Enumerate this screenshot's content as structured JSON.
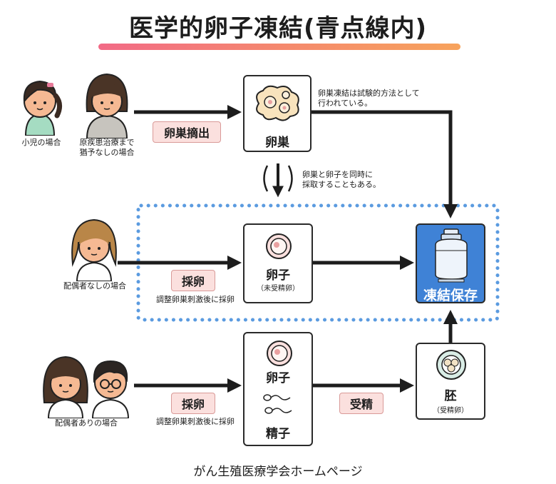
{
  "title": "医学的卵子凍結(青点線内)",
  "footer": "がん生殖医療学会ホームページ",
  "row1": {
    "person_child": "小児の場合",
    "person_postpone": "原疾患治療まで\n猶予なしの場合",
    "action": "卵巣摘出",
    "box_label": "卵巣",
    "note": "卵巣凍結は試験的方法として\n行われている。",
    "note_down": "卵巣と卵子を同時に\n採取することもある。"
  },
  "row2": {
    "person": "配偶者なしの場合",
    "action": "採卵",
    "action_sub": "調整卵巣刺激後に採卵",
    "box_label": "卵子",
    "box_sub": "（未受精卵）"
  },
  "row3": {
    "person": "配偶者ありの場合",
    "action": "採卵",
    "action_sub": "調整卵巣刺激後に採卵",
    "box_label_egg": "卵子",
    "box_label_sperm": "精子",
    "action2": "受精",
    "embryo_label": "胚",
    "embryo_sub": "（受精卵）"
  },
  "storage_label": "凍結保存",
  "colors": {
    "accent_blue": "#3f82d6",
    "dotted_blue": "#5b9be0",
    "tag_pink": "#fbe0de",
    "gradient_start": "#f26a86",
    "gradient_end": "#f7a35c"
  }
}
